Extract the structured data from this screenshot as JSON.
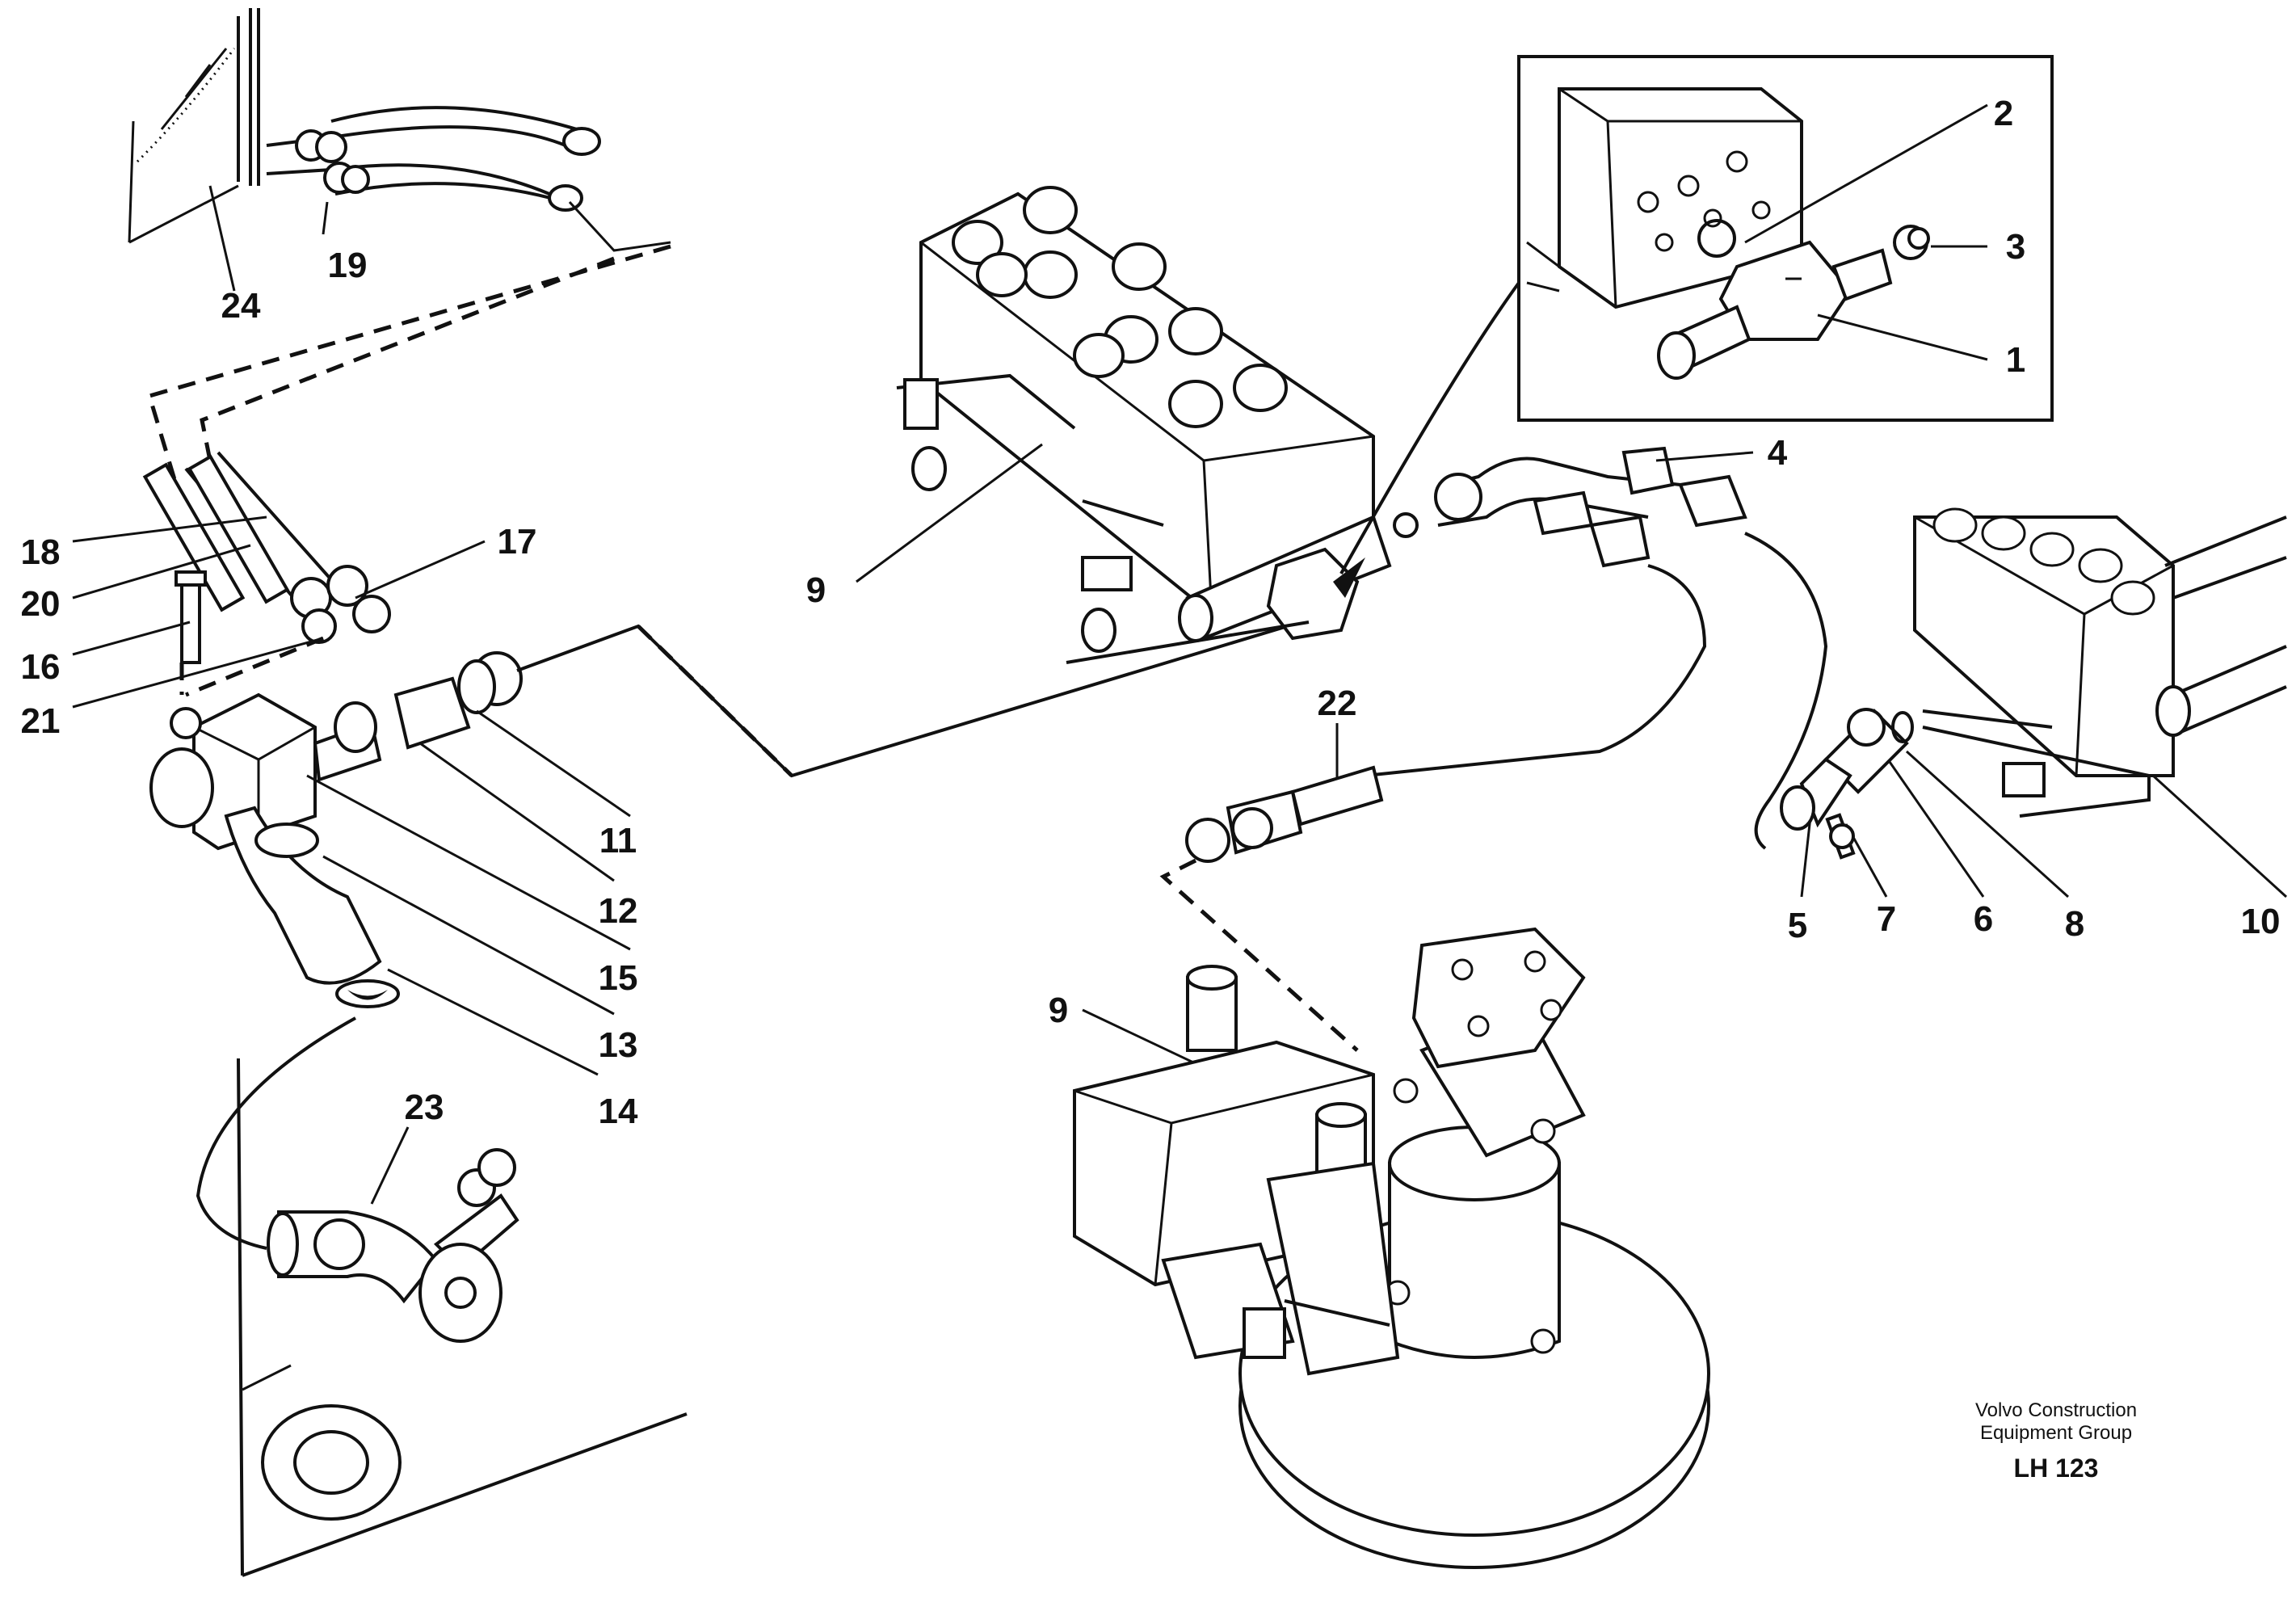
{
  "diagram": {
    "part_labels": [
      "1",
      "2",
      "3",
      "4",
      "5",
      "6",
      "7",
      "8",
      "9",
      "9",
      "10",
      "11",
      "12",
      "13",
      "14",
      "15",
      "16",
      "17",
      "18",
      "19",
      "20",
      "21",
      "22",
      "23",
      "24"
    ],
    "caption_line1": "Volvo Construction",
    "caption_line2": "Equipment Group",
    "reference": "LH 123"
  }
}
